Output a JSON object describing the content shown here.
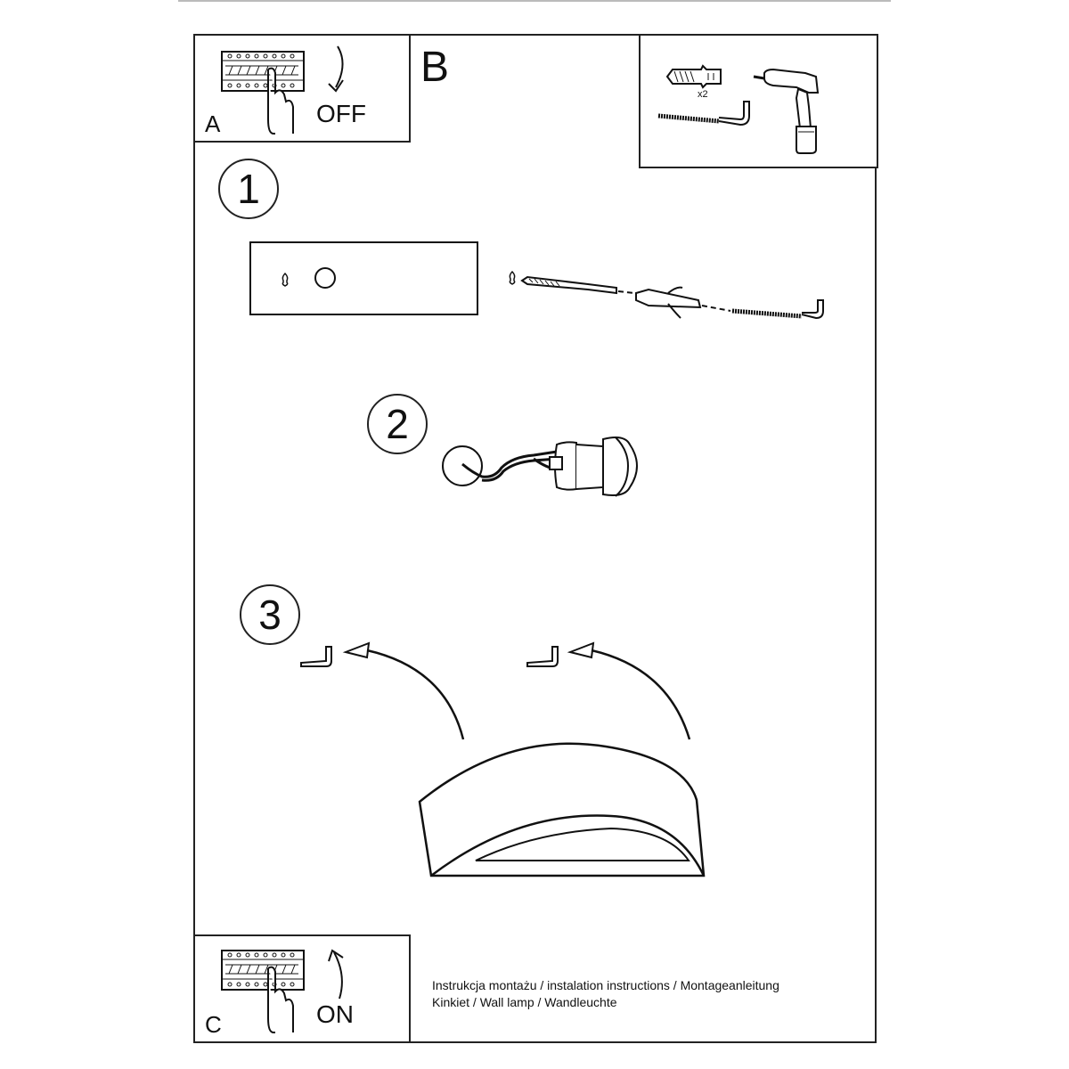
{
  "document": {
    "type": "installation-manual-page",
    "panels": {
      "A": {
        "letter": "A",
        "switch_label": "OFF",
        "arrow_direction": "down"
      },
      "B": {
        "letter": "B",
        "parts": [
          {
            "name": "wall-plug",
            "quantity_label": "x2"
          },
          {
            "name": "hook-screw"
          },
          {
            "name": "drill"
          }
        ]
      },
      "C": {
        "letter": "C",
        "switch_label": "ON",
        "arrow_direction": "up"
      }
    },
    "steps": [
      {
        "number": "1",
        "description_visual": "mounting plate with keyhole slots; drill bit, wall plug and hook screw inserted"
      },
      {
        "number": "2",
        "description_visual": "wires connected to lamp socket"
      },
      {
        "number": "3",
        "description_visual": "lamp shade hung onto two hooks"
      }
    ],
    "caption": {
      "line1": "Instrukcja montażu / instalation instructions / Montageanleitung",
      "line2": "Kinkiet / Wall lamp / Wandleuchte"
    },
    "colors": {
      "ink": "#111111",
      "border": "#222222",
      "background": "#ffffff",
      "top_rule": "#bbbbbb"
    }
  }
}
